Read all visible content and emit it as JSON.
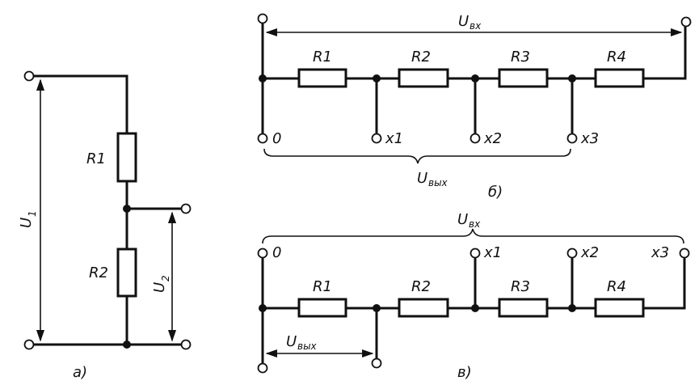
{
  "circuit_a": {
    "r1": "R1",
    "r2": "R2",
    "u1_main": "U",
    "u1_sub": "1",
    "u2_main": "U",
    "u2_sub": "2",
    "caption": "а)"
  },
  "circuit_b": {
    "resistors": [
      "R1",
      "R2",
      "R3",
      "R4"
    ],
    "taps": [
      "0",
      "x1",
      "x2",
      "x3"
    ],
    "uin_main": "U",
    "uin_sub": "вх",
    "uout_main": "U",
    "uout_sub": "вых",
    "caption": "б)"
  },
  "circuit_c": {
    "resistors": [
      "R1",
      "R2",
      "R3",
      "R4"
    ],
    "taps": [
      "0",
      "x1",
      "x2",
      "x3"
    ],
    "uin_main": "U",
    "uin_sub": "вх",
    "uout_main": "U",
    "uout_sub": "вых",
    "caption": "в)"
  }
}
